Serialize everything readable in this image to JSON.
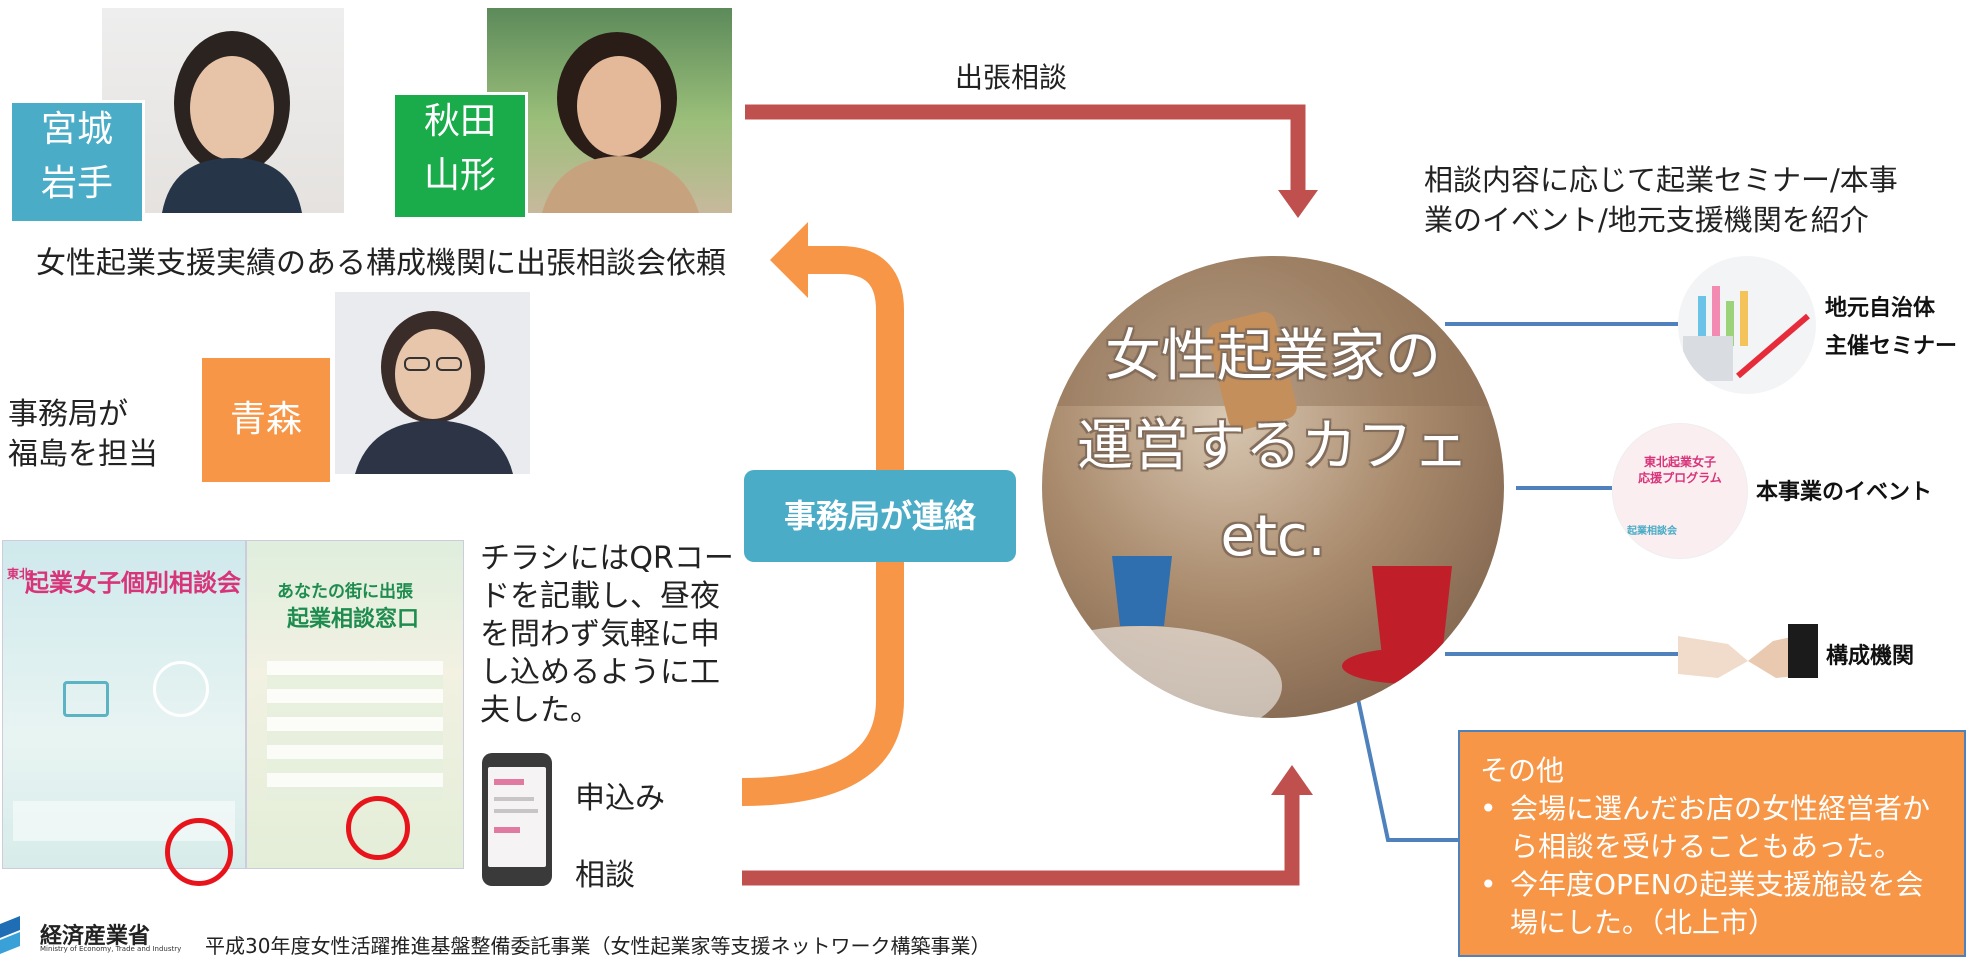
{
  "badges": {
    "miyagi_iwate": [
      "宮城",
      "岩手"
    ],
    "akita_yamagata": [
      "秋田",
      "山形"
    ],
    "aomori": "青森"
  },
  "request_text": "女性起業支援実績のある構成機関に出張相談会依頼",
  "secretariat_note": [
    "事務局が",
    "福島を担当"
  ],
  "arrow_labels": {
    "outreach": "出張相談",
    "contact": "事務局が連絡",
    "apply": "申込み",
    "consult": "相談"
  },
  "flyer_note": [
    "チラシにはQRコー",
    "ドを記載し、昼夜",
    "を問わず気軽に申",
    "し込めるように工",
    "夫した。"
  ],
  "flyers": {
    "left_title": "起業女子個別相談会",
    "left_prefix": "東北",
    "right_headline": "あなたの街に出張",
    "right_title": "起業相談窓口"
  },
  "cafe": {
    "lines": [
      "女性起業家の",
      "運営するカフェ",
      "etc."
    ]
  },
  "introduce_text": [
    "相談内容に応じて起業セミナー/本事",
    "業のイベント/地元支援機関を紹介"
  ],
  "resources": [
    {
      "label_lines": [
        "地元自治体",
        "主催セミナー"
      ]
    },
    {
      "label_lines": [
        "本事業のイベント"
      ],
      "thumb_lines": [
        "東北起業女子",
        "応援プログラム",
        "起業相談会"
      ]
    },
    {
      "label_lines": [
        "構成機関"
      ]
    }
  ],
  "other_box": {
    "heading": "その他",
    "items": [
      [
        "会場に選んだお店の女性経営者か",
        "ら相談を受けることもあった。"
      ],
      [
        "今年度OPENの起業支援施設を会",
        "場にした。（北上市）"
      ]
    ]
  },
  "footer": {
    "ministry": "経済産業省",
    "ministry_en": "Ministry of Economy, Trade and Industry",
    "project": "平成30年度女性活躍推進基盤整備委託事業（女性起業家等支援ネットワーク構築事業）"
  },
  "colors": {
    "blue_badge": "#4aacc6",
    "green_badge": "#1aab4b",
    "orange": "#f79646",
    "red_arrow": "#c0504d",
    "teal_label": "#4aacc6",
    "line_blue": "#4f81bd"
  }
}
